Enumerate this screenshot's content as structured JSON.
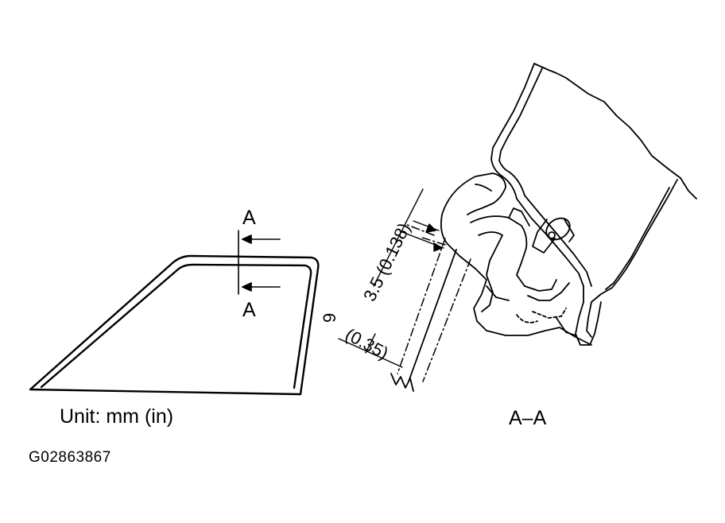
{
  "figure": {
    "section_mark_top": "A",
    "section_mark_bottom": "A",
    "unit_label": "Unit: mm (in)",
    "section_title": "A–A",
    "figure_code": "G02863867",
    "dimension_gap": "3.5 (0.138)",
    "dimension_width_mm": "9",
    "dimension_width_in": "(0.35)"
  },
  "colors": {
    "line": "#000000",
    "background": "#ffffff"
  }
}
